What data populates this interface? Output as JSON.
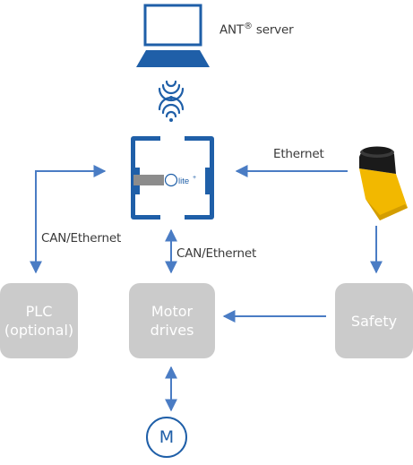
{
  "labels": {
    "ant_server": "ANT",
    "ant_server_reg": "®",
    "ant_server_suffix": " server",
    "controller_brand": "lite",
    "controller_brand_sup": "+",
    "ethernet": "Ethernet",
    "can_ethernet_left": "CAN/Ethernet",
    "can_ethernet_center": "CAN/Ethernet"
  },
  "boxes": {
    "plc_line1": "PLC",
    "plc_line2": "(optional)",
    "motor_drives_line1": "Motor",
    "motor_drives_line2": "drives",
    "safety": "Safety"
  },
  "motor": {
    "label": "M"
  },
  "colors": {
    "arrow_blue": "#4a7cc4",
    "device_blue": "#1f5fa8",
    "box_grey": "#cbcbcb",
    "scanner_yellow": "#f2b800",
    "scanner_black": "#1a1a1a"
  }
}
